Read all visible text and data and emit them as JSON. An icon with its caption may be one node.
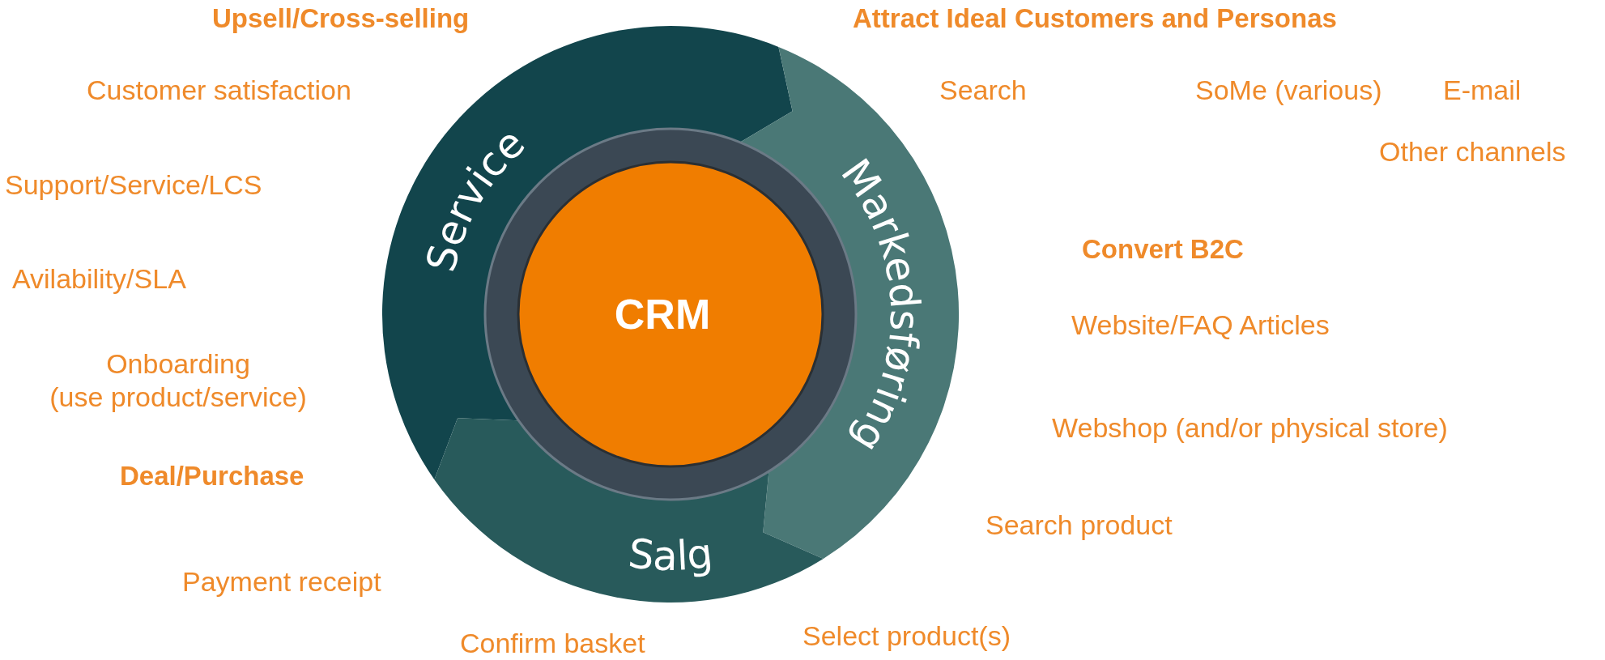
{
  "diagram": {
    "nodes": [
      {
        "text": [
          "Service"
        ]
      },
      {
        "text": [
          "Markedsføring"
        ]
      },
      {
        "text": [
          "Salg"
        ]
      },
      {
        "text": [
          "CRM"
        ]
      }
    ],
    "edges": [],
    "labels": [
      "Upsell/Cross-selling",
      "Attract Ideal Customers and Personas",
      "Customer satisfaction",
      "Search",
      "SoMe (various)",
      "E-mail",
      "Other channels",
      "Support/Service/LCS",
      "Convert B2C",
      "Avilability/SLA",
      "Website/FAQ Articles",
      "Onboarding (use product/service)",
      "Webshop (and/or physical store)",
      "Deal/Purchase",
      "Search product",
      "Payment receipt",
      "Confirm basket",
      "Select product(s)"
    ]
  }
}
